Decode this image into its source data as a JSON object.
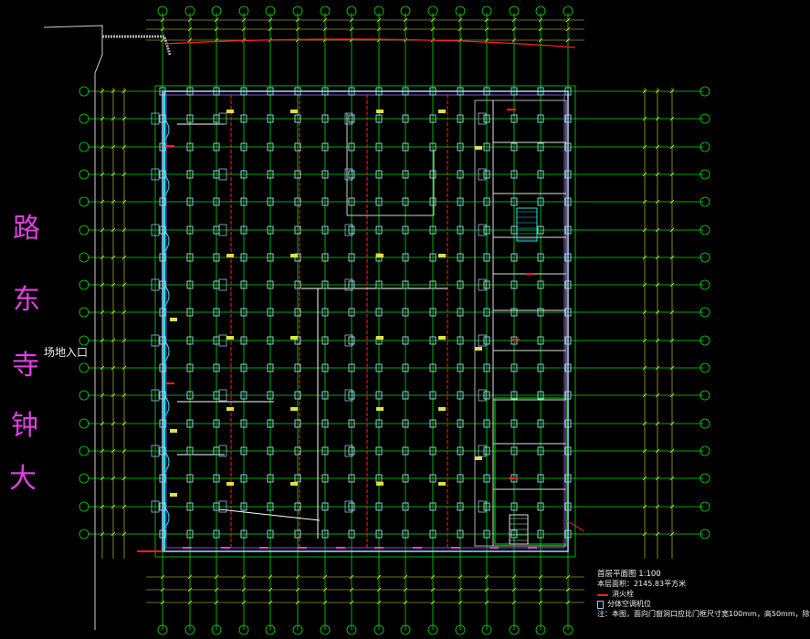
{
  "drawing": {
    "road_name": [
      "大",
      "钟",
      "寺",
      "东",
      "路"
    ],
    "entrance_label": "场地入口",
    "legend": {
      "title": "首层平面图",
      "scale": "1:100",
      "area_text": "本层面积：2145.83平方米",
      "item1": "消火栓",
      "item2": "分体空调机位",
      "note": "注：本图，面向门窗洞口应比门框尺寸宽100mm，高50mm，除"
    },
    "colors": {
      "background": "#000000",
      "grid_line": "#00e000",
      "dimension": "#e0e040",
      "red_line": "#ff2020",
      "cyan_wall": "#20e0e0",
      "column": "#a0d8ff",
      "magenta": "#e040e0"
    }
  }
}
